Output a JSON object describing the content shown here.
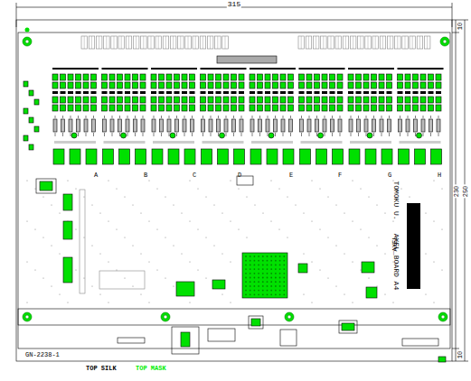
{
  "diagram": {
    "labels": [
      "315",
      "10",
      "230",
      "250",
      "10",
      "A",
      "B",
      "C",
      "D",
      "E",
      "F",
      "G",
      "H",
      "TOMOKU U.",
      "AXEL_BOARD A4",
      "AXEL",
      "GN-2238-1"
    ],
    "legend": [
      {
        "text": "TOP SILK",
        "color": "#000000"
      },
      {
        "text": "TOP MASK",
        "color": "#00ee00"
      }
    ]
  }
}
